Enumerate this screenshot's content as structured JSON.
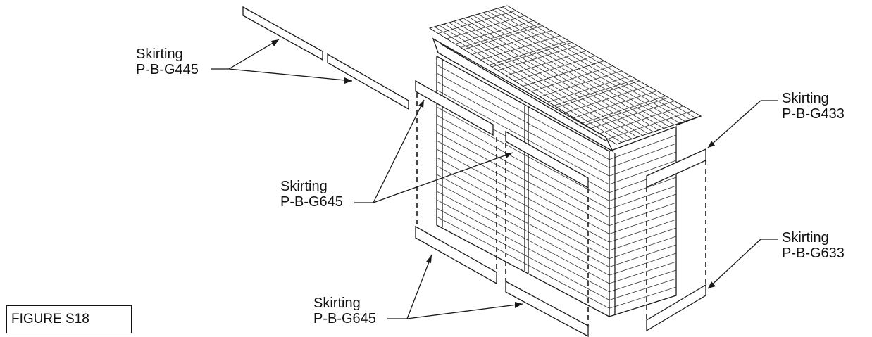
{
  "figure_label": "FIGURE S18",
  "callouts": [
    {
      "line1": "Skirting",
      "line2": "P-B-G445"
    },
    {
      "line1": "Skirting",
      "line2": "P-B-G645"
    },
    {
      "line1": "Skirting",
      "line2": "P-B-G645"
    },
    {
      "line1": "Skirting",
      "line2": "P-B-G433"
    },
    {
      "line1": "Skirting",
      "line2": "P-B-G633"
    }
  ],
  "colors": {
    "ink": "#1a1a1a",
    "paper": "#ffffff"
  }
}
